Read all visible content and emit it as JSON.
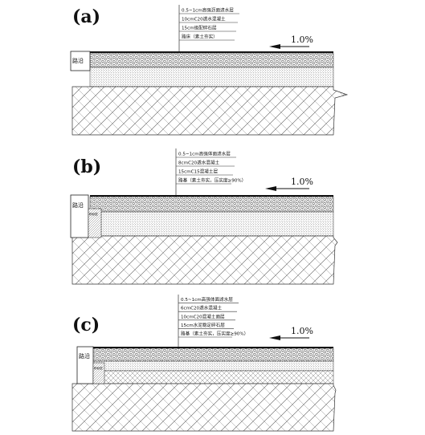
{
  "panels": [
    {
      "id": "a",
      "label": "(a)",
      "curb_label": "路沿",
      "side_label": "",
      "slope": "1.0%",
      "layers": [
        "0.5~1cm高强沥面滤水层",
        "10cmC20透水混凝土",
        "15cm级配碎石层",
        "路床（素土夯实）"
      ]
    },
    {
      "id": "b",
      "label": "(b)",
      "curb_label": "路沿",
      "side_label": "粉砂层",
      "slope": "1.0%",
      "layers": [
        "0.5~1cm高强体面滤水层",
        "8cmC20透水混凝土",
        "15cmC15混凝土层",
        "路基（素土夯实，压实度≥90%）"
      ]
    },
    {
      "id": "c",
      "label": "(c)",
      "curb_label": "路沿",
      "side_label": "粉砂层",
      "slope": "1.0%",
      "layers": [
        "0.5~1cm高强体面滤水层",
        "6cmC20透水混凝土",
        "10cmC20混凝土面层",
        "15cm水泥稳定碎石层",
        "路基（素土夯实，压实度≥90%）"
      ]
    }
  ]
}
